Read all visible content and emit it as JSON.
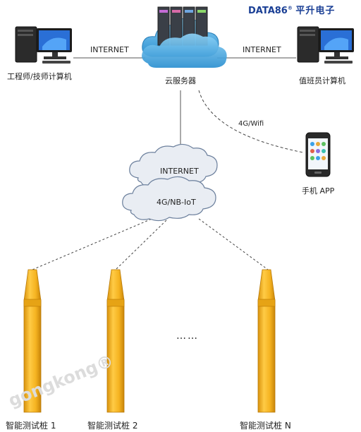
{
  "brand": {
    "name": "DATA86",
    "registered": "®",
    "company": "平升电子"
  },
  "top": {
    "server_label": "云服务器",
    "left_pc_label": "工程师/技师计算机",
    "right_pc_label": "值班员计算机",
    "left_link_label": "INTERNET",
    "right_link_label": "INTERNET",
    "wireless_label": "4G/Wifi",
    "phone_label": "手机 APP"
  },
  "clouds": {
    "internet": "INTERNET",
    "iot": "4G/NB-IoT"
  },
  "piles": [
    {
      "label": "智能测试桩 1"
    },
    {
      "label": "智能测试桩 2"
    },
    {
      "label": "智能测试桩 N"
    }
  ],
  "ellipsis": "……",
  "watermark": "gongkong®",
  "colors": {
    "pile": "#f5b320",
    "cloud_blue": "#4ab0e6",
    "brand": "#1a3f95"
  }
}
